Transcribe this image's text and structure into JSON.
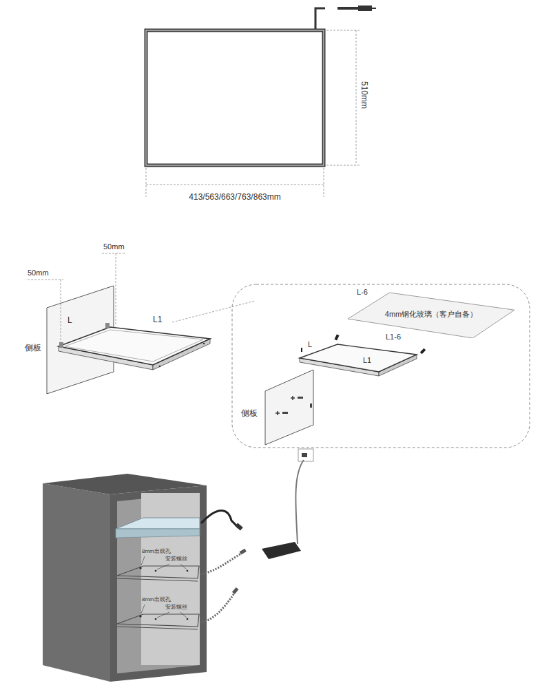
{
  "diagram": {
    "nodes": [
      {
        "text": [
          "4mm钢化玻璃（客户自备）"
        ]
      }
    ],
    "labels": [
      "510mm",
      "413/563/663/763/863mm",
      "50mm",
      "50mm",
      "L",
      "L1",
      "侧板",
      "L-6",
      "L1-6",
      "L",
      "L1",
      "侧板",
      "8mm出线孔",
      "安装螺丝",
      "8mm出线孔",
      "安装螺丝"
    ]
  }
}
